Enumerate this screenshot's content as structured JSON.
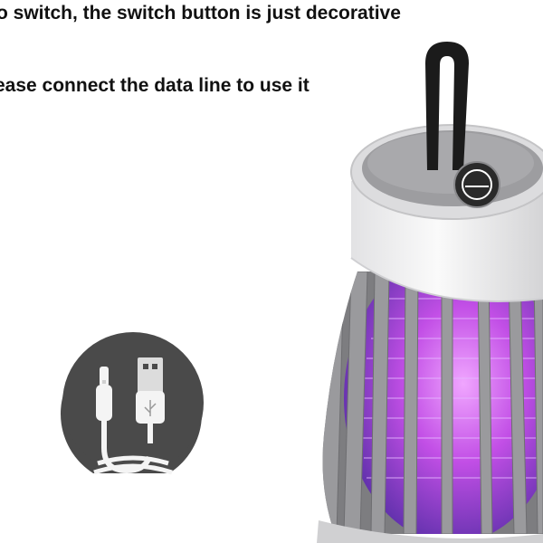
{
  "captions": {
    "line1": "o switch, the switch button is just decorative",
    "line2": "ease connect the data line to use it"
  },
  "image": {
    "subject": "usb-powered-mosquito-zapper-lamp",
    "icons": [
      "usb-cable-icon",
      "power-button-icon",
      "hanging-strap"
    ],
    "colors": {
      "lamp_body": "#d6d6d8",
      "lamp_cap": "#f2f2f2",
      "cage_bars": "#8e8e90",
      "uv_glow": "#c04fe0",
      "badge_bg": "#4a4a4a",
      "strap": "#1a1a1a"
    }
  }
}
